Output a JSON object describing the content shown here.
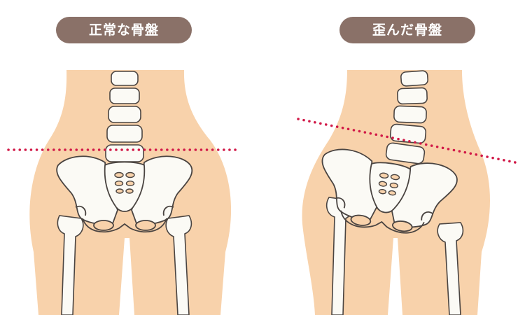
{
  "panels": [
    {
      "label": "正常な骨盤"
    },
    {
      "label": "歪んだ骨盤"
    }
  ],
  "colors": {
    "skin": "#f8d2ab",
    "bone_fill": "#fbfaf5",
    "bone_outline": "#4a4441",
    "guide_line": "#d11847",
    "label_bg": "#8a7168",
    "label_text": "#ffffff"
  },
  "icons": {
    "guide_line": "dotted-line",
    "body": "hip-silhouette",
    "bone": "pelvis-skeleton"
  }
}
